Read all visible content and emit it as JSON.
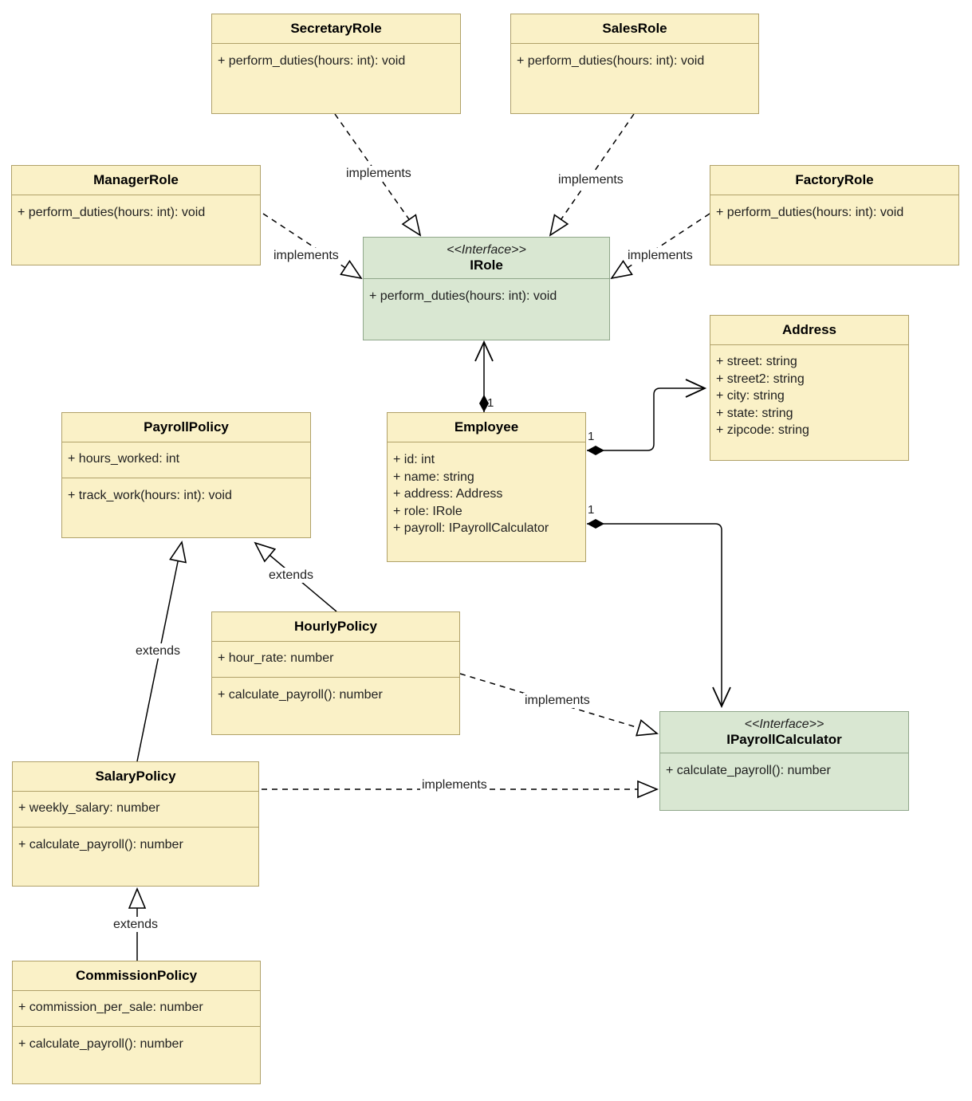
{
  "colors": {
    "class_fill": "#faf1c7",
    "class_border": "#b0a169",
    "interface_fill": "#d9e7d2",
    "interface_border": "#90a78a",
    "line": "#000000"
  },
  "classes": {
    "secretary_role": {
      "name": "SecretaryRole",
      "methods": [
        "+ perform_duties(hours: int): void"
      ]
    },
    "sales_role": {
      "name": "SalesRole",
      "methods": [
        "+ perform_duties(hours: int): void"
      ]
    },
    "manager_role": {
      "name": "ManagerRole",
      "methods": [
        "+ perform_duties(hours: int): void"
      ]
    },
    "factory_role": {
      "name": "FactoryRole",
      "methods": [
        "+ perform_duties(hours: int): void"
      ]
    },
    "irole": {
      "stereotype": "<<Interface>>",
      "name": "IRole",
      "methods": [
        "+ perform_duties(hours: int): void"
      ]
    },
    "address": {
      "name": "Address",
      "attributes": [
        "+ street: string",
        "+ street2: string",
        "+ city: string",
        "+ state: string",
        "+ zipcode: string"
      ]
    },
    "employee": {
      "name": "Employee",
      "attributes": [
        "+ id: int",
        "+ name: string",
        "+ address: Address",
        "+ role: IRole",
        "+ payroll: IPayrollCalculator"
      ]
    },
    "payroll_policy": {
      "name": "PayrollPolicy",
      "attributes": [
        "+ hours_worked: int"
      ],
      "methods": [
        "+ track_work(hours: int): void"
      ]
    },
    "hourly_policy": {
      "name": "HourlyPolicy",
      "attributes": [
        "+ hour_rate: number"
      ],
      "methods": [
        "+ calculate_payroll(): number"
      ]
    },
    "salary_policy": {
      "name": "SalaryPolicy",
      "attributes": [
        "+ weekly_salary: number"
      ],
      "methods": [
        "+ calculate_payroll(): number"
      ]
    },
    "commission_policy": {
      "name": "CommissionPolicy",
      "attributes": [
        "+ commission_per_sale: number"
      ],
      "methods": [
        "+ calculate_payroll(): number"
      ]
    },
    "ipayroll_calculator": {
      "stereotype": "<<Interface>>",
      "name": "IPayrollCalculator",
      "methods": [
        "+ calculate_payroll(): number"
      ]
    }
  },
  "edge_labels": {
    "implements": "implements",
    "extends": "extends",
    "one": "1"
  }
}
